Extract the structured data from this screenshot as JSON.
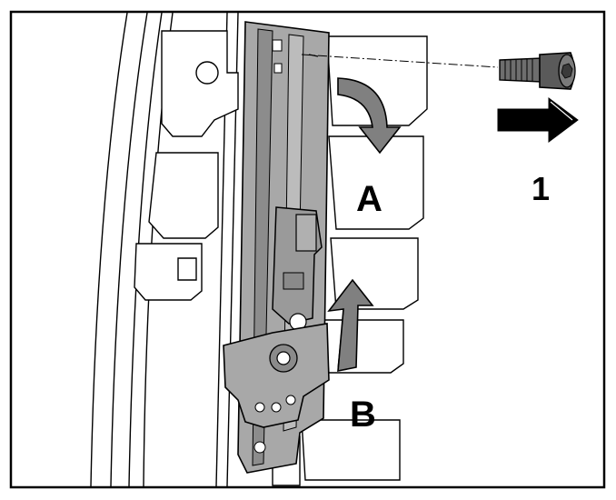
{
  "callouts": {
    "a": "A",
    "b": "B",
    "step": "1"
  },
  "colors": {
    "background": "#ffffff",
    "outline": "#000000",
    "part_fill": "#a8a8a8",
    "part_dark": "#7a7a7a",
    "screw_fill": "#6e6e6e"
  },
  "icons": [
    "screw-icon",
    "arrow-right-icon",
    "arrow-rotate-icon",
    "arrow-up-icon"
  ]
}
